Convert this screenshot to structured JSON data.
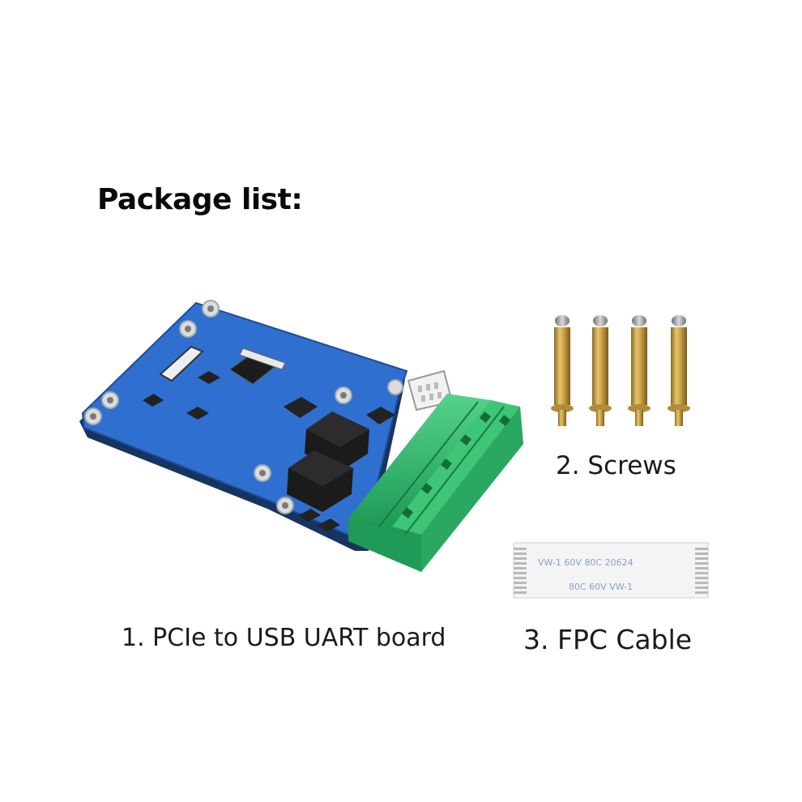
{
  "title": "Package list:",
  "items": [
    {
      "label": "1. PCIe to USB UART board"
    },
    {
      "label": "2. Screws"
    },
    {
      "label": "3. FPC Cable"
    }
  ],
  "cable_print": {
    "top_row": "VW-1  60V  80C  20624",
    "bottom_row": "80C  60V  VW-1"
  },
  "colors": {
    "pcb": "#2f6fcf",
    "terminal": "#33b26b",
    "relay": "#1b1b1b",
    "brass": "#c9a24a"
  }
}
